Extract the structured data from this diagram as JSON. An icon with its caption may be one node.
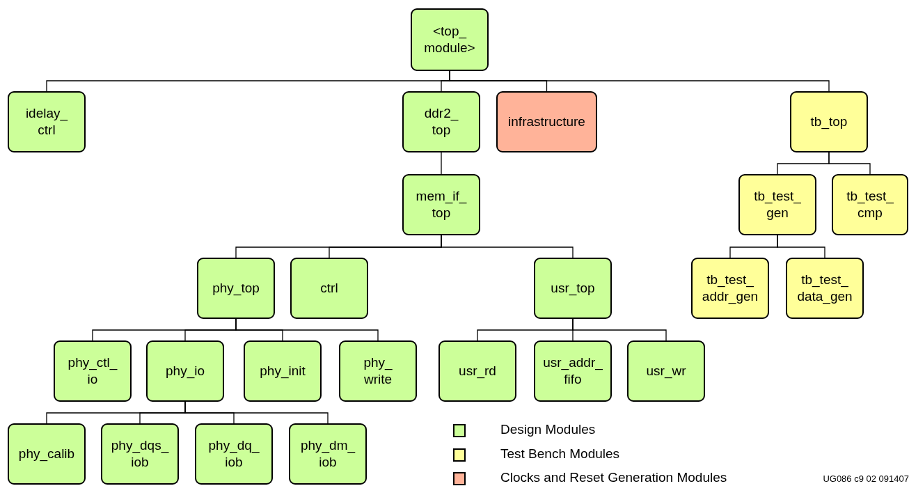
{
  "diagram": {
    "nodes": [
      {
        "text": [
          "<top_ module>"
        ]
      },
      {
        "text": [
          "idelay_ ctrl"
        ]
      },
      {
        "text": [
          "ddr2_ top"
        ]
      },
      {
        "text": [
          "infrastructure"
        ]
      },
      {
        "text": [
          "tb_top"
        ]
      },
      {
        "text": [
          "mem_if_ top"
        ]
      },
      {
        "text": [
          "tb_test_ gen"
        ]
      },
      {
        "text": [
          "tb_test_ cmp"
        ]
      },
      {
        "text": [
          "phy_top"
        ]
      },
      {
        "text": [
          "ctrl"
        ]
      },
      {
        "text": [
          "usr_top"
        ]
      },
      {
        "text": [
          "tb_test_ addr_gen"
        ]
      },
      {
        "text": [
          "tb_test_ data_gen"
        ]
      },
      {
        "text": [
          "phy_ctl_ io"
        ]
      },
      {
        "text": [
          "phy_io"
        ]
      },
      {
        "text": [
          "phy_init"
        ]
      },
      {
        "text": [
          "phy_ write"
        ]
      },
      {
        "text": [
          "usr_rd"
        ]
      },
      {
        "text": [
          "usr_addr_ fifo"
        ]
      },
      {
        "text": [
          "usr_wr"
        ]
      },
      {
        "text": [
          "phy_calib"
        ]
      },
      {
        "text": [
          "phy_dqs_ iob"
        ]
      },
      {
        "text": [
          "phy_dq_ iob"
        ]
      },
      {
        "text": [
          "phy_dm_ iob"
        ]
      }
    ],
    "edges": [
      {
        "from": 0,
        "to": 1,
        "arrow": "none"
      },
      {
        "from": 0,
        "to": 2,
        "arrow": "none"
      },
      {
        "from": 0,
        "to": 3,
        "arrow": "none"
      },
      {
        "from": 0,
        "to": 4,
        "arrow": "none"
      },
      {
        "from": 2,
        "to": 5,
        "arrow": "none"
      },
      {
        "from": 4,
        "to": 6,
        "arrow": "none"
      },
      {
        "from": 4,
        "to": 7,
        "arrow": "none"
      },
      {
        "from": 5,
        "to": 8,
        "arrow": "none"
      },
      {
        "from": 5,
        "to": 9,
        "arrow": "none"
      },
      {
        "from": 5,
        "to": 10,
        "arrow": "none"
      },
      {
        "from": 6,
        "to": 11,
        "arrow": "none"
      },
      {
        "from": 6,
        "to": 12,
        "arrow": "none"
      },
      {
        "from": 8,
        "to": 13,
        "arrow": "none"
      },
      {
        "from": 8,
        "to": 14,
        "arrow": "none"
      },
      {
        "from": 8,
        "to": 15,
        "arrow": "none"
      },
      {
        "from": 8,
        "to": 16,
        "arrow": "none"
      },
      {
        "from": 10,
        "to": 17,
        "arrow": "none"
      },
      {
        "from": 10,
        "to": 18,
        "arrow": "none"
      },
      {
        "from": 10,
        "to": 19,
        "arrow": "none"
      },
      {
        "from": 14,
        "to": 20,
        "arrow": "none"
      },
      {
        "from": 14,
        "to": 21,
        "arrow": "none"
      },
      {
        "from": 14,
        "to": 22,
        "arrow": "none"
      },
      {
        "from": 14,
        "to": 23,
        "arrow": "none"
      }
    ],
    "labels": [
      "UG086 c9 02 091407"
    ],
    "legend": [
      {
        "text": "Design Modules",
        "color": "#ccff99"
      },
      {
        "text": "Test Bench Modules",
        "color": "#ffff99"
      },
      {
        "text": "Clocks and Reset Generation Modules",
        "color": "#ffb399"
      }
    ]
  }
}
